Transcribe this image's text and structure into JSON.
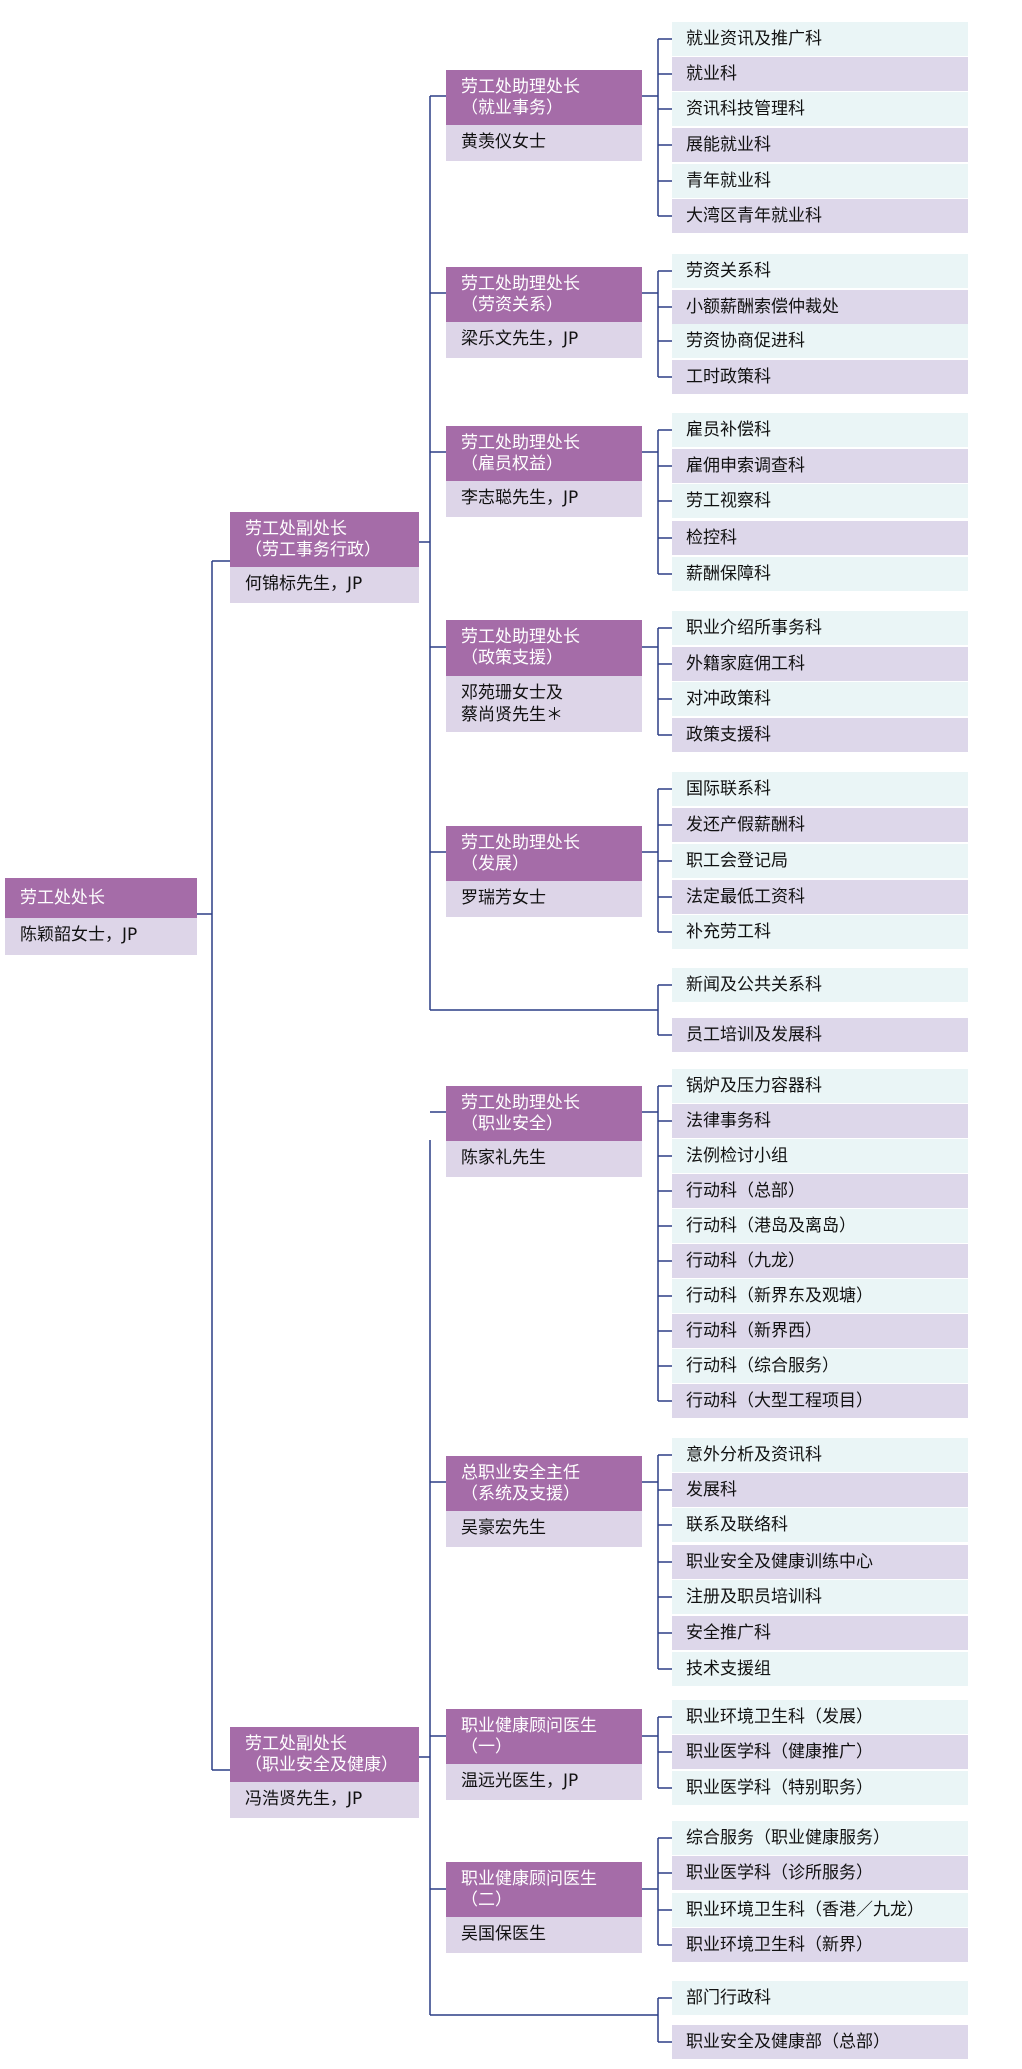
{
  "commissioner": {
    "title": "劳工处处长",
    "name": "陈颖韶女士，JP"
  },
  "deputies": [
    {
      "title": "劳工处副处长\n（劳工事务行政）",
      "name": "何锦标先生，JP"
    },
    {
      "title": "劳工处副处长\n（职业安全及健康）",
      "name": "冯浩贤先生，JP"
    }
  ],
  "labour_admin": {
    "heads": [
      {
        "title": "劳工处助理处长\n（就业事务）",
        "name": "黄羡仪女士",
        "sections": [
          "就业资讯及推广科",
          "就业科",
          "资讯科技管理科",
          "展能就业科",
          "青年就业科",
          "大湾区青年就业科"
        ]
      },
      {
        "title": "劳工处助理处长\n（劳资关系）",
        "name": "梁乐文先生，JP",
        "sections": [
          "劳资关系科",
          "小额薪酬索偿仲裁处",
          "劳资协商促进科",
          "工时政策科"
        ]
      },
      {
        "title": "劳工处助理处长\n（雇员权益）",
        "name": "李志聪先生，JP",
        "sections": [
          "雇员补偿科",
          "雇佣申索调查科",
          "劳工视察科",
          "检控科",
          "薪酬保障科"
        ]
      },
      {
        "title": "劳工处助理处长\n（政策支援）",
        "name": "邓苑珊女士及\n蔡尚贤先生＊",
        "sections": [
          "职业介绍所事务科",
          "外籍家庭佣工科",
          "对冲政策科",
          "政策支援科"
        ]
      },
      {
        "title": "劳工处助理处长\n（发展）",
        "name": "罗瑞芳女士",
        "sections": [
          "国际联系科",
          "发还产假薪酬科",
          "职工会登记局",
          "法定最低工资科",
          "补充劳工科"
        ]
      }
    ],
    "direct_sections": [
      "新闻及公共关系科",
      "员工培训及发展科"
    ]
  },
  "osh": {
    "heads": [
      {
        "title": "劳工处助理处长\n（职业安全）",
        "name": "陈家礼先生",
        "sections": [
          "锅炉及压力容器科",
          "法律事务科",
          "法例检讨小组",
          "行动科（总部）",
          "行动科（港岛及离岛）",
          "行动科（九龙）",
          "行动科（新界东及观塘）",
          "行动科（新界西）",
          "行动科（综合服务）",
          "行动科（大型工程项目）"
        ]
      },
      {
        "title": "总职业安全主任\n（系统及支援）",
        "name": "吴豪宏先生",
        "sections": [
          "意外分析及资讯科",
          "发展科",
          "联系及联络科",
          "职业安全及健康训练中心",
          "注册及职员培训科",
          "安全推广科",
          "技术支援组"
        ]
      },
      {
        "title": "职业健康顾问医生\n（一）",
        "name": "温远光医生，JP",
        "sections": [
          "职业环境卫生科（发展）",
          "职业医学科（健康推广）",
          "职业医学科（特别职务）"
        ]
      },
      {
        "title": "职业健康顾问医生\n（二）",
        "name": "吴国保医生",
        "sections": [
          "综合服务（职业健康服务）",
          "职业医学科（诊所服务）",
          "职业环境卫生科（香港／九龙）",
          "职业环境卫生科（新界）"
        ]
      }
    ],
    "direct_sections": [
      "部门行政科",
      "职业安全及健康部（总部）"
    ]
  },
  "colors": {
    "title_bg": "#a56ca8",
    "name_bg": "#ddd5e8",
    "leaf_light": "#eaf5f6",
    "leaf_dark": "#ddd7ea",
    "connector": "#2c3e86"
  }
}
